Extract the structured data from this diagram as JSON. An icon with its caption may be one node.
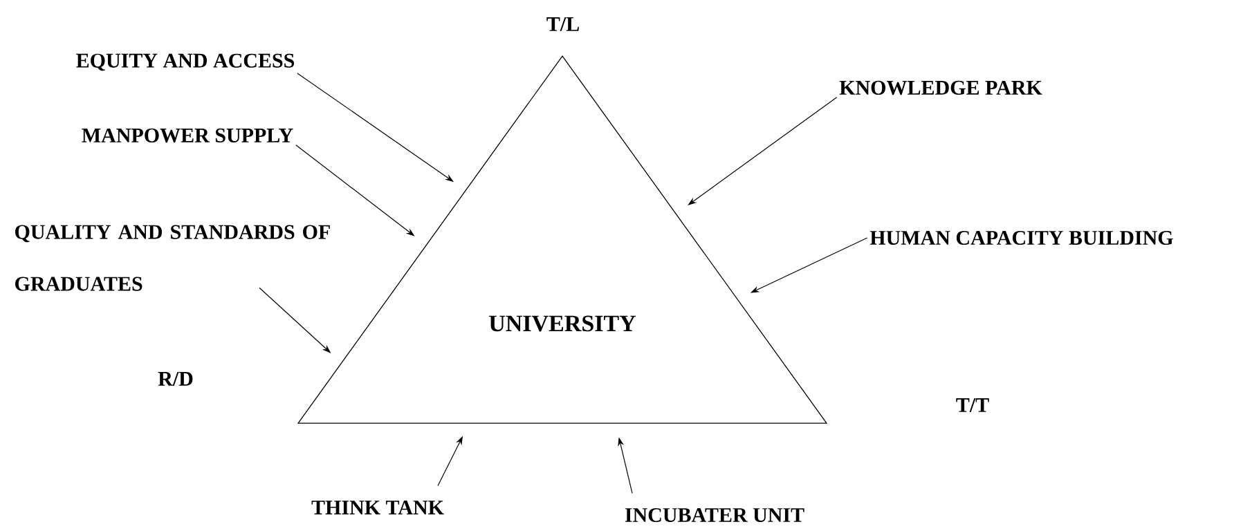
{
  "diagram": {
    "nodes": [
      {
        "text": [
          "UNIVERSITY"
        ]
      },
      {
        "text": [
          "EQUITY AND ACCESS"
        ]
      },
      {
        "text": [
          "MANPOWER SUPPLY"
        ]
      },
      {
        "text": [
          "QUALITY AND STANDARDS OF GRADUATES"
        ]
      },
      {
        "text": [
          "KNOWLEDGE PARK"
        ]
      },
      {
        "text": [
          "HUMAN CAPACITY BUILDING"
        ]
      },
      {
        "text": [
          "THINK TANK"
        ]
      },
      {
        "text": [
          "INCUBATER UNIT"
        ]
      }
    ],
    "edges": [
      {
        "from": 1,
        "to": 0,
        "arrow": "to"
      },
      {
        "from": 2,
        "to": 0,
        "arrow": "to"
      },
      {
        "from": 3,
        "to": 0,
        "arrow": "to"
      },
      {
        "from": 4,
        "to": 0,
        "arrow": "to"
      },
      {
        "from": 5,
        "to": 0,
        "arrow": "to"
      },
      {
        "from": 6,
        "to": 0,
        "arrow": "to"
      },
      {
        "from": 7,
        "to": 0,
        "arrow": "to"
      }
    ],
    "labels": [
      "T/L",
      "R/D",
      "T/T"
    ]
  }
}
